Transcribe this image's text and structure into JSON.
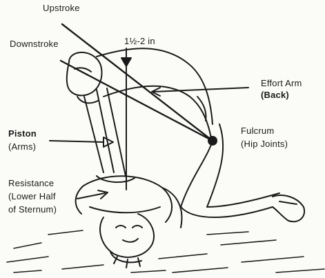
{
  "labels": {
    "upstroke": "Upstroke",
    "downstroke": "Downstroke",
    "depth": "1½-2 in",
    "effort_arm": "Effort Arm",
    "back": "(Back)",
    "piston": "Piston",
    "arms": "(Arms)",
    "fulcrum": "Fulcrum",
    "hip_joints": "(Hip Joints)",
    "resistance": "Resistance",
    "lower_half": "(Lower Half",
    "of_sternum": "of Sternum)"
  },
  "colors": {
    "ink": "#1a1a1a",
    "paper": "#fbfbf8"
  }
}
